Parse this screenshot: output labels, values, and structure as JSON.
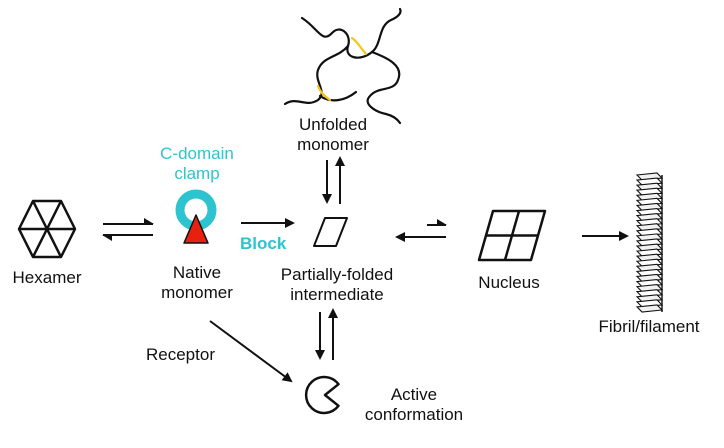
{
  "colors": {
    "accent": "#2ec4cf",
    "warning": "#e8200e",
    "crosslink": "#f5c518",
    "ink": "#111111"
  },
  "nodes": {
    "hexamer": {
      "label": "Hexamer",
      "icon": "hexagon-icon"
    },
    "native_monomer": {
      "line1": "Native",
      "line2": "monomer",
      "icon": "clamped-monomer-icon"
    },
    "c_domain_clamp": {
      "line1": "C-domain",
      "line2": "clamp"
    },
    "block": {
      "label": "Block"
    },
    "unfolded_monomer": {
      "line1": "Unfolded",
      "line2": "monomer",
      "icon": "unfolded-chain-icon"
    },
    "partially_folded": {
      "line1": "Partially-folded",
      "line2": "intermediate",
      "icon": "parallelogram-icon"
    },
    "nucleus": {
      "label": "Nucleus",
      "icon": "nucleus-grid-icon"
    },
    "fibril": {
      "label": "Fibril/filament",
      "icon": "fibril-stack-icon"
    },
    "receptor": {
      "label": "Receptor"
    },
    "active_conformation": {
      "line1": "Active",
      "line2": "conformation",
      "icon": "pacman-icon"
    }
  }
}
